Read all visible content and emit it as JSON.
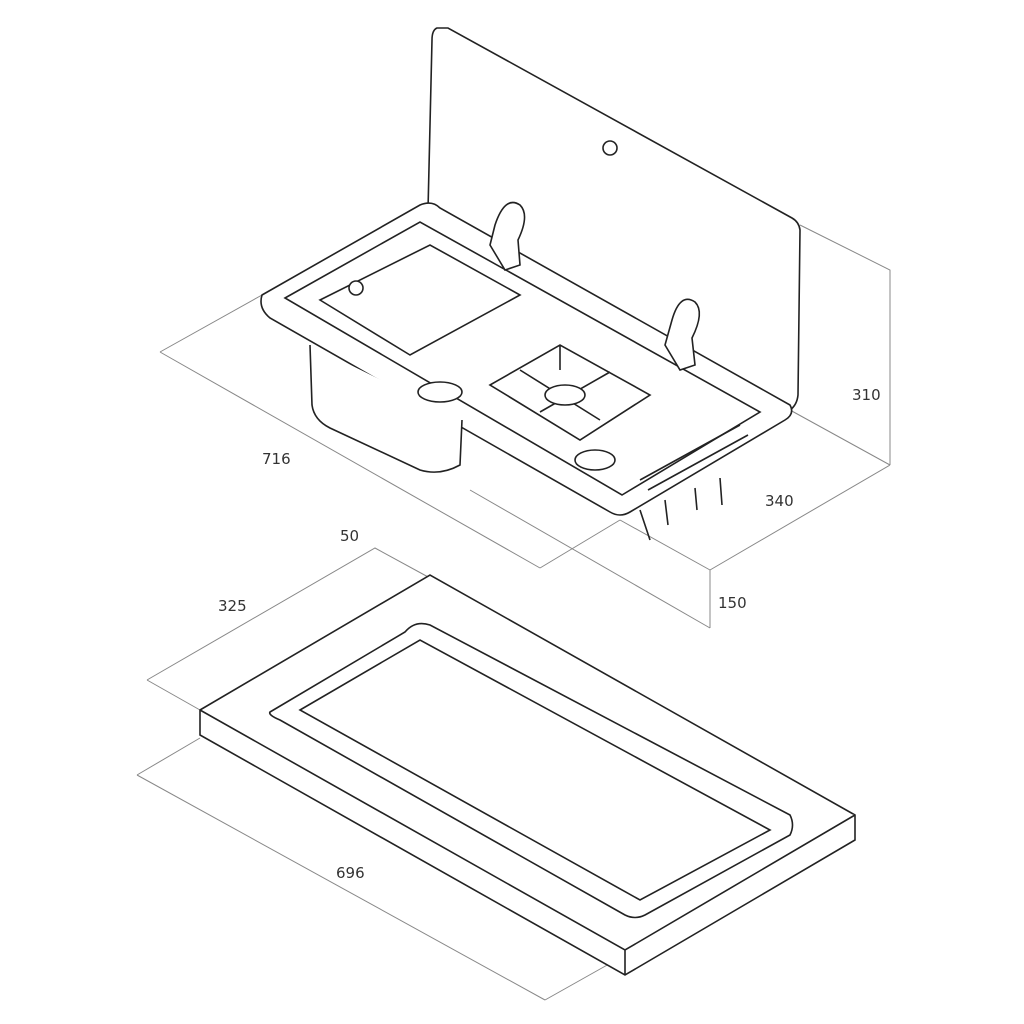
{
  "diagram": {
    "title": "",
    "dimensions": {
      "length_unit": "716",
      "depth_unit": "340",
      "lid_height": "310",
      "unit_height": "150",
      "cutout_depth": "325",
      "cutout_offset": "50",
      "cutout_length": "696"
    },
    "parts": [
      "sink-hob-combination-with-glass-lid",
      "worktop-cutout"
    ],
    "line_color": "#222222",
    "dimension_line_color": "#777777"
  }
}
